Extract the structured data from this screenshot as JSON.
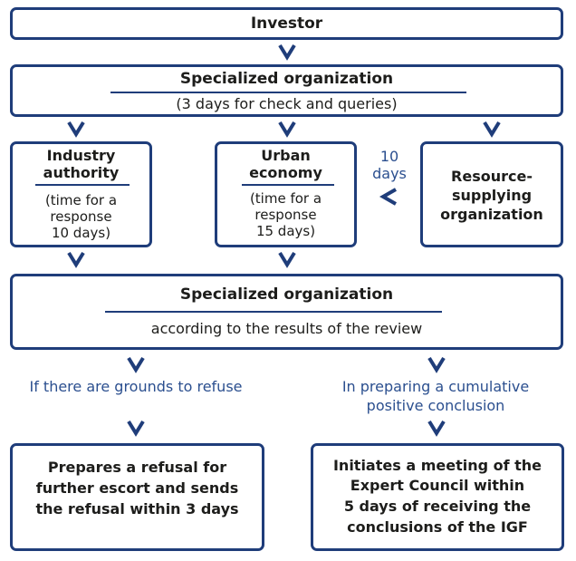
{
  "investor": {
    "label": "Investor"
  },
  "specialized_top": {
    "title": "Specialized organization",
    "subtitle": "(3 days for check and queries)"
  },
  "industry": {
    "title_lines": [
      "Industry",
      "authority"
    ],
    "note_lines": [
      "(time for a",
      "response",
      "10 days)"
    ]
  },
  "urban": {
    "title_lines": [
      "Urban",
      "economy"
    ],
    "note_lines": [
      "(time for a",
      "response",
      "15 days)"
    ]
  },
  "resource": {
    "title_lines": [
      "Resource-",
      "supplying",
      "organization"
    ]
  },
  "resource_arrow": {
    "lines": [
      "10",
      "days"
    ],
    "symbol": "<"
  },
  "specialized_mid": {
    "title": "Specialized organization",
    "subtitle": "according to the results of the review"
  },
  "left_branch": {
    "label": "If there are grounds to refuse"
  },
  "right_branch": {
    "label_lines": [
      "In preparing a cumulative",
      "positive conclusion"
    ]
  },
  "refusal_box": {
    "lines": [
      "Prepares a refusal for",
      "further escort and sends",
      "the refusal within 3 days"
    ]
  },
  "meeting_box": {
    "lines": [
      "Initiates a meeting of the",
      "Expert Council within",
      "5 days of receiving the",
      "conclusions of the IGF"
    ]
  },
  "colors": {
    "accent": "#1f3d7a",
    "branch_text": "#2b4f8f"
  },
  "icons": {
    "flow_arrow": "chevron-down-icon",
    "side_arrow": "chevron-left-icon"
  }
}
